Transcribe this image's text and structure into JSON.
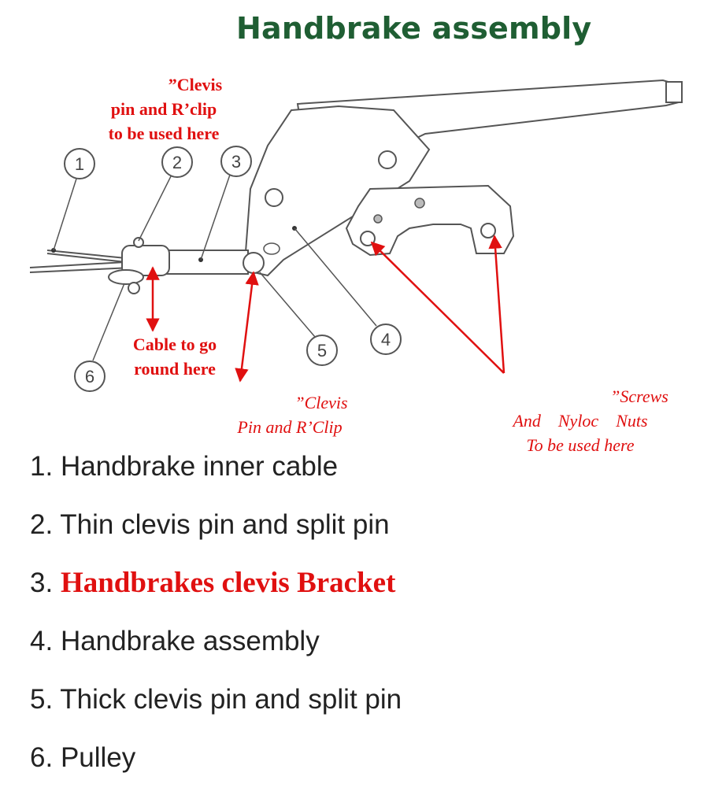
{
  "title": "Handbrake assembly",
  "callouts": [
    "1",
    "2",
    "3",
    "4",
    "5",
    "6"
  ],
  "notes": {
    "clevis_top": [
      "”Clevis",
      "pin and R’clip",
      "to be used here"
    ],
    "cable": [
      "Cable to go",
      "round here"
    ],
    "clevis_bottom": [
      "”Clevis",
      "Pin and R’Clip"
    ],
    "screws": [
      "”Screws",
      "And    Nyloc    Nuts",
      "To be used here"
    ]
  },
  "legend": [
    {
      "number": "1.",
      "text": "Handbrake inner cable",
      "highlight": false
    },
    {
      "number": "2.",
      "text": "Thin clevis pin and split pin",
      "highlight": false
    },
    {
      "number": "3.",
      "text": "Handbrakes clevis Bracket",
      "highlight": true
    },
    {
      "number": "4.",
      "text": "Handbrake assembly",
      "highlight": false
    },
    {
      "number": "5.",
      "text": "Thick clevis pin and split pin",
      "highlight": false
    },
    {
      "number": "6.",
      "text": "Pulley",
      "highlight": false
    }
  ],
  "colors": {
    "title": "#1f5e33",
    "annotation": "#e01010",
    "line": "#555555"
  }
}
